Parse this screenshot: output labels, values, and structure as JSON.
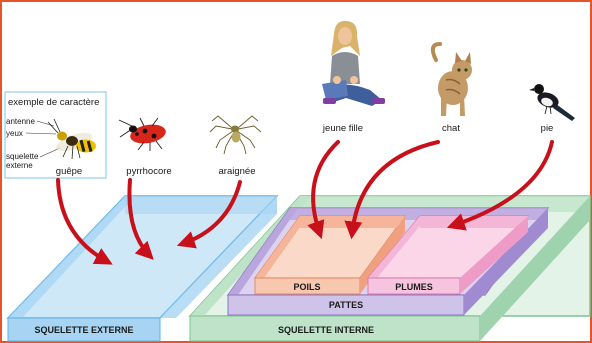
{
  "legend": {
    "title": "exemple de caractère",
    "items": [
      "antenne",
      "yeux",
      "squelette",
      "externe"
    ]
  },
  "animals": {
    "guepe": "guêpe",
    "pyrrhocore": "pyrrhocore",
    "araignee": "araignée",
    "jeune_fille": "jeune fille",
    "chat": "chat",
    "pie": "pie"
  },
  "boxes": {
    "squelette_externe": "SQUELETTE EXTERNE",
    "squelette_interne": "SQUELETTE INTERNE",
    "pattes": "PATTES",
    "poils": "POILS",
    "plumes": "PLUMES"
  },
  "colors": {
    "frame": "#e8542a",
    "blue": "#a6d4f2",
    "blue_dark": "#5fb2e6",
    "green": "#bfe3c8",
    "green_dark": "#7cc48f",
    "purple": "#b9a6dc",
    "purple_dark": "#8e76c4",
    "orange": "#f6b59a",
    "pink": "#f4b6d6",
    "arrow": "#c8101a"
  }
}
